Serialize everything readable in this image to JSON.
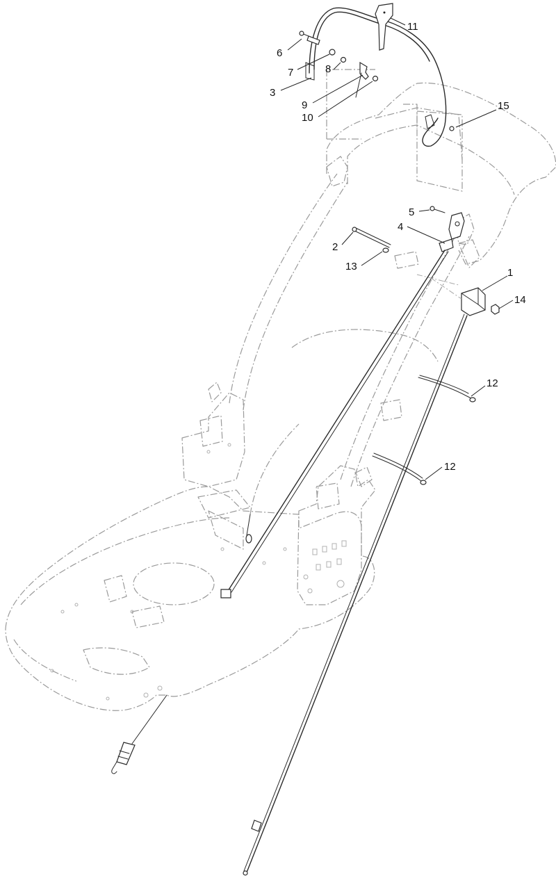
{
  "callouts": [
    {
      "id": "c11",
      "label": "11"
    },
    {
      "id": "c6",
      "label": "6"
    },
    {
      "id": "c7",
      "label": "7"
    },
    {
      "id": "c8",
      "label": "8"
    },
    {
      "id": "c3",
      "label": "3"
    },
    {
      "id": "c9",
      "label": "9"
    },
    {
      "id": "c10",
      "label": "10"
    },
    {
      "id": "c15",
      "label": "15"
    },
    {
      "id": "c5",
      "label": "5"
    },
    {
      "id": "c4",
      "label": "4"
    },
    {
      "id": "c2",
      "label": "2"
    },
    {
      "id": "c13",
      "label": "13"
    },
    {
      "id": "c1",
      "label": "1"
    },
    {
      "id": "c14",
      "label": "14"
    },
    {
      "id": "c12a",
      "label": "12"
    },
    {
      "id": "c12b",
      "label": "12"
    }
  ]
}
